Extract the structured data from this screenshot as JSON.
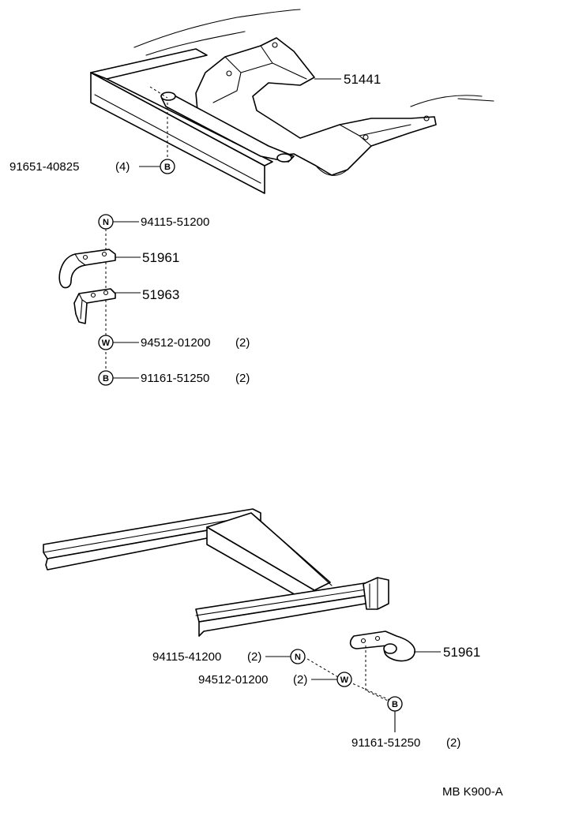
{
  "diagram": {
    "drawing_code": "MB K900-A",
    "callouts": {
      "crossmember_main": "51441",
      "bolt_top": "91651-40825",
      "bolt_top_qty": "(4)",
      "nut_a": "94115-51200",
      "hook_a": "51961",
      "bracket_a": "51963",
      "washer_a": "94512-01200",
      "washer_a_qty": "(2)",
      "bolt_a": "91161-51250",
      "bolt_a_qty": "(2)",
      "nut_b": "94115-41200",
      "nut_b_qty": "(2)",
      "washer_b": "94512-01200",
      "washer_b_qty": "(2)",
      "hook_b": "51961",
      "bolt_b": "91161-51250",
      "bolt_b_qty": "(2)"
    },
    "symbols": {
      "bolt": "B",
      "nut": "N",
      "washer": "W"
    }
  }
}
